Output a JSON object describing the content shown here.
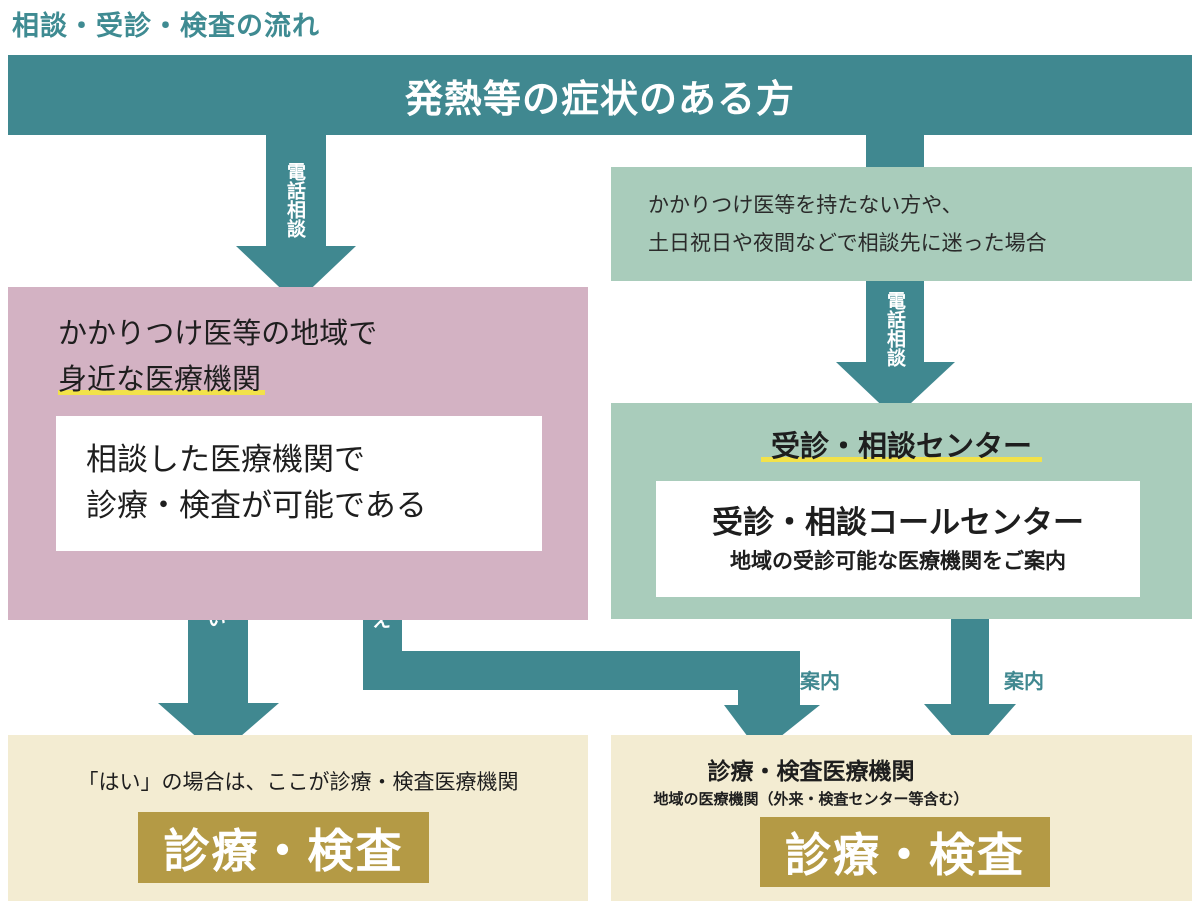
{
  "page_title": "相談・受診・検査の流れ",
  "top_banner": "発熱等の症状のある方",
  "left_branch": {
    "phone_label": "電話相談",
    "clinic_title_line1": "かかりつけ医等の地域で",
    "clinic_title_line2": "身近な医療機関",
    "question_line1": "相談した医療機関で",
    "question_line2": "診療・検査が可能である",
    "yes_label": "はい",
    "no_label": "いいえ"
  },
  "right_branch": {
    "condition_line1": "かかりつけ医等を持たない方や、",
    "condition_line2": "土日祝日や夜間などで相談先に迷った場合",
    "phone_label": "電話相談",
    "center_title": "受診・相談センター",
    "call_center_title": "受診・相談コールセンター",
    "call_center_sub": "地域の受診可能な医療機関をご案内",
    "guide_label_1": "案内",
    "guide_label_2": "案内"
  },
  "bottom_left": {
    "caption": "「はい」の場合は、ここが診療・検査医療機関",
    "button": "診療・検査"
  },
  "bottom_right": {
    "title": "診療・検査医療機関",
    "subtitle": "地域の医療機関（外来・検査センター等含む）",
    "button": "診療・検査"
  },
  "colors": {
    "teal": "#408890",
    "pink": "#d3b2c3",
    "green": "#a9ccbb",
    "cream": "#f3ecd2",
    "gold": "#b49a45",
    "highlight": "#f2e24a"
  }
}
